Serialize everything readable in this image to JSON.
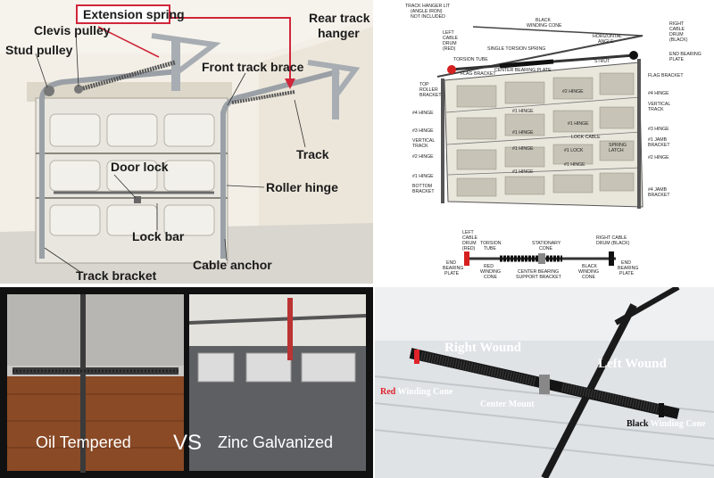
{
  "panel1": {
    "labels": {
      "extension_spring": "Extension spring",
      "clevis_pulley": "Clevis pulley",
      "stud_pulley": "Stud pulley",
      "rear_track_hanger": "Rear track\nhanger",
      "rear_track_hanger_l1": "Rear track",
      "rear_track_hanger_l2": "hanger",
      "front_track_brace": "Front track brace",
      "track": "Track",
      "door_lock": "Door lock",
      "roller_hinge": "Roller hinge",
      "lock_bar": "Lock bar",
      "cable_anchor": "Cable anchor",
      "track_bracket": "Track bracket"
    },
    "colors": {
      "callout": "#d0263a",
      "wall": "#f3efe7",
      "door": "#ecebe6"
    }
  },
  "panel2": {
    "labels": {
      "track_hanger_l1": "TRACK HANGER LIT",
      "track_hanger_l2": "(ANGLE IRON)",
      "track_hanger_l3": "NOT INCLUDED",
      "black_winding_cone_top_l1": "BLACK",
      "black_winding_cone_top_l2": "WINDING CONE",
      "right_cable_drum_l1": "RIGHT",
      "right_cable_drum_l2": "CABLE",
      "right_cable_drum_l3": "DRUM",
      "right_cable_drum_l4": "(BLACK)",
      "left_cable_drum_l1": "LEFT",
      "left_cable_drum_l2": "CABLE",
      "left_cable_drum_l3": "DRUM",
      "left_cable_drum_l4": "(RED)",
      "single_torsion_spring": "SINGLE TORSION SPRING",
      "horizontal_angle_l1": "HORIZONTAL",
      "horizontal_angle_l2": "ANGLE",
      "end_bearing_plate_r_l1": "END BEARING",
      "end_bearing_plate_r_l2": "PLATE",
      "torsion_tube": "TORSION TUBE",
      "center_bearing_plate": "CENTER BEARING PLATE",
      "strut": "STRUT",
      "flag_bracket_left": "FLAG BRACKET",
      "flag_bracket_right": "FLAG BRACKET",
      "top_roller_bracket_l1": "TOP",
      "top_roller_bracket_l2": "ROLLER",
      "top_roller_bracket_l3": "BRACKET",
      "hinge4_left": "#4 HINGE",
      "hinge4_right": "#4 HINGE",
      "hinge2_top": "#2 HINGE",
      "hinge1_a": "#1 HINGE",
      "hinge1_b": "#1 HINGE",
      "hinge1_c": "#1 HINGE",
      "hinge1_d": "#1 HINGE",
      "hinge1_e": "#1 HINGE",
      "hinge1_f": "#1 HINGE",
      "vertical_track_right_l1": "VERTICAL",
      "vertical_track_right_l2": "TRACK",
      "hinge3_left": "#3 HINGE",
      "hinge3_right": "#3 HINGE",
      "lock_cable": "LOCK CABLE",
      "hinge1_lock": "#1 LOCK",
      "hinge1_jamb_l1": "#1 JAMB",
      "hinge1_jamb_l2": "BRACKET",
      "vertical_track_left_l1": "VERTICAL",
      "vertical_track_left_l2": "TRACK",
      "spring_latch_l1": "SPRING",
      "spring_latch_l2": "LATCH",
      "hinge2_left": "#2 HINGE",
      "hinge2_right": "#2 HINGE",
      "hinge1_left": "#1 HINGE",
      "bottom_bracket_l1": "BOTTOM",
      "bottom_bracket_l2": "BRACKET",
      "hinge4_jamb_l1": "#4 JAMB",
      "hinge4_jamb_l2": "BRACKET",
      "d_left_drum_l1": "LEFT",
      "d_left_drum_l2": "CABLE",
      "d_left_drum_l3": "DRUM",
      "d_left_drum_l4": "(RED)",
      "d_torsion_tube_l1": "TORSION",
      "d_torsion_tube_l2": "TUBE",
      "d_stationary_cone_l1": "STATIONARY",
      "d_stationary_cone_l2": "CONE",
      "d_right_drum_l1": "RIGHT CABLE",
      "d_right_drum_l2": "DRUM (BLACK)",
      "d_end_plate_left_l1": "END",
      "d_end_plate_left_l2": "BEARING",
      "d_end_plate_left_l3": "PLATE",
      "d_red_cone_l1": "RED",
      "d_red_cone_l2": "WINDING",
      "d_red_cone_l3": "CONE",
      "d_center_bearing_l1": "CENTER BEARING",
      "d_center_bearing_l2": "SUPPORT BRACKET",
      "d_black_cone_l1": "BLACK",
      "d_black_cone_l2": "WINDING",
      "d_black_cone_l3": "CONE",
      "d_end_plate_right_l1": "END",
      "d_end_plate_right_l2": "BEARING",
      "d_end_plate_right_l3": "PLATE"
    },
    "colors": {
      "red": "#d62020",
      "black": "#111111",
      "door": "#e9e6dc"
    }
  },
  "panel3": {
    "left_label": "Oil Tempered",
    "vs_label": "VS",
    "right_label": "Zinc Galvanized",
    "colors": {
      "wood": "#8a4a26",
      "galvanized": "#5d5f63"
    }
  },
  "panel4": {
    "right_wound": "Right Wound",
    "left_wound": "Left Wound",
    "red_winding_cone_red": "Red",
    "red_winding_cone_rest": " Winding Cone",
    "center_mount": "Center Mount",
    "black_winding_cone_black": "Black",
    "black_winding_cone_rest": " Winding Cone",
    "colors": {
      "red": "#e0222b",
      "label": "#ffffff"
    }
  }
}
